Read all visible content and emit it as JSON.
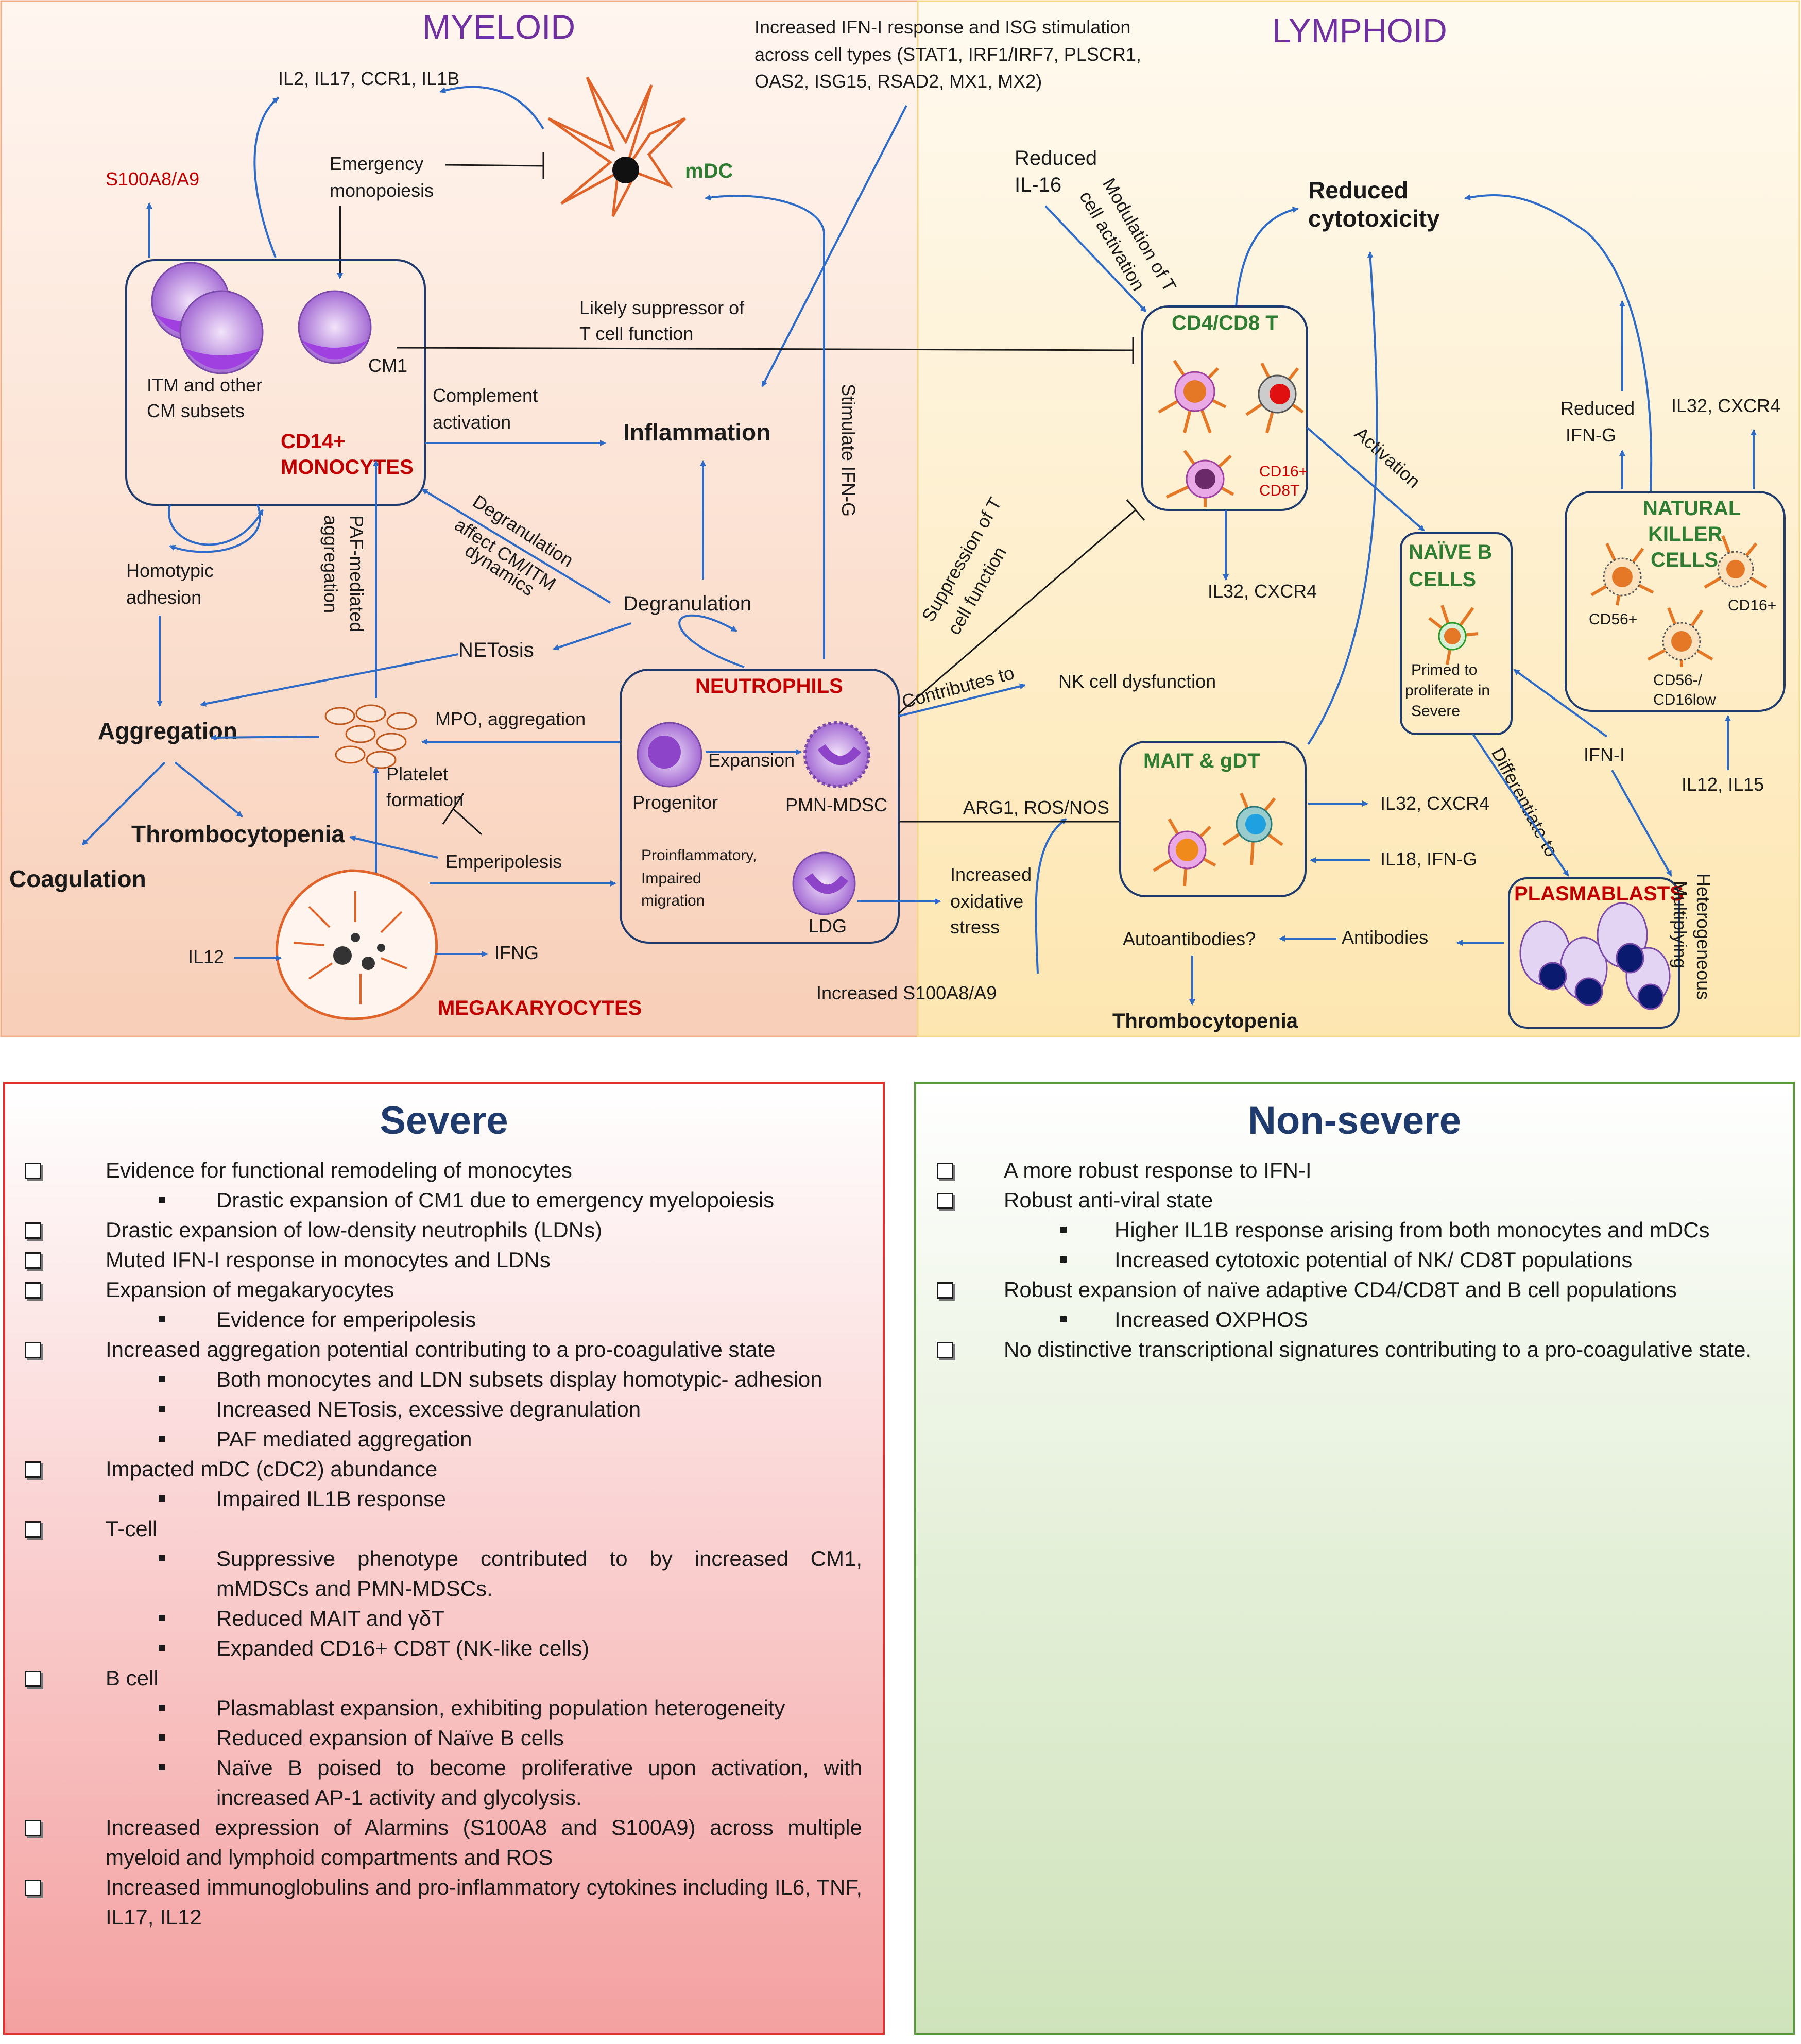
{
  "header": {
    "myeloid": "MYELOID",
    "lymphoid": "LYMPHOID"
  },
  "colors": {
    "myeloid_bg": "#fbe1d4",
    "lymphoid_bg": "#fdf0cf",
    "arrow": "#2e6bc6",
    "cell_title_red": "#c00000",
    "cell_title_green": "#2e7d32",
    "severe_border": "#e03030",
    "nonsevere_border": "#5a9a3a",
    "title_blue": "#1f3b6e"
  },
  "diagram": {
    "ifn_note": [
      "Increased IFN-I response and ISG stimulation",
      "across cell types (STAT1,  IRF1/IRF7, PLSCR1,",
      "OAS2,  ISG15, RSAD2, MX1, MX2)"
    ],
    "il2_etc": "IL2, IL17, CCR1, IL1B",
    "s100": "S100A8/A9",
    "emergency": [
      "Emergency",
      "monopoiesis"
    ],
    "mdc": "mDC",
    "itm": [
      "ITM and other",
      "CM subsets"
    ],
    "cm1": "CM1",
    "monocytes": [
      "CD14+",
      "MONOCYTES"
    ],
    "suppressor": [
      "Likely suppressor of",
      "T cell function"
    ],
    "complement": [
      "Complement",
      "activation"
    ],
    "inflammation": "Inflammation",
    "stimulate_ifng": "Stimulate IFN-G",
    "degran_affect": [
      "Degranulation",
      "affect CM/ITM",
      "dynamics"
    ],
    "paf": [
      "PAF-mediated",
      "aggregation"
    ],
    "homotypic": [
      "Homotypic",
      "adhesion"
    ],
    "degranulation": "Degranulation",
    "netosis": "NETosis",
    "aggregation": "Aggregation",
    "mpo": "MPO, aggregation",
    "platelet": [
      "Platelet",
      "formation"
    ],
    "thrombocytopenia": "Thrombocytopenia",
    "coagulation": "Coagulation",
    "emperipolesis": "Emperipolesis",
    "il12": "IL12",
    "ifng": "IFNG",
    "megakaryocytes": "MEGAKARYOCYTES",
    "neutrophils": "NEUTROPHILS",
    "expansion": "Expansion",
    "progenitor": "Progenitor",
    "pmn_mdsc": "PMN-MDSC",
    "proinflam": [
      "Proinflammatory,",
      "Impaired",
      "migration"
    ],
    "ldg": "LDG",
    "oxidative": [
      "Increased",
      "oxidative",
      "stress"
    ],
    "s100_inc": "Increased S100A8/A9",
    "reduced_il16": [
      "Reduced",
      "IL-16"
    ],
    "modulation": [
      "Modulation of T",
      "cell activation"
    ],
    "reduced_cyto": [
      "Reduced",
      "cytotoxicity"
    ],
    "cd4cd8": "CD4/CD8 T",
    "cd16cd8": [
      "CD16+",
      "CD8T"
    ],
    "activation": "Activation",
    "il32_1": "IL32, CXCR4",
    "suppression": [
      "Suppression of T",
      "cell function"
    ],
    "contributes": "Contributes to",
    "nk_dys": "NK cell dysfunction",
    "arg1": "ARG1, ROS/NOS",
    "mait": "MAIT & gDT",
    "il32_2": "IL32, CXCR4",
    "il18": "IL18, IFN-G",
    "naive_b": [
      "NAÏVE B",
      "CELLS"
    ],
    "primed": [
      "Primed to",
      "proliferate in",
      "Severe"
    ],
    "differentiate": "Differentiate to",
    "ifn_i": "IFN-I",
    "reduced_ifng": [
      "Reduced",
      "IFN-G"
    ],
    "il32_3": "IL32, CXCR4",
    "nk": [
      "NATURAL",
      "KILLER",
      "CELLS"
    ],
    "cd56": "CD56+",
    "cd16": "CD16+",
    "cd56low": [
      "CD56-/",
      "CD16low"
    ],
    "il12_15": "IL12, IL15",
    "plasmablasts": "PLASMABLASTS",
    "heterogeneous": [
      "Heterogeneous",
      "Multiplying"
    ],
    "antibodies": "Antibodies",
    "autoantibodies": "Autoantibodies?",
    "thrombo2": "Thrombocytopenia"
  },
  "severe": {
    "title": "Severe",
    "items": [
      {
        "level": 1,
        "text": "Evidence for functional remodeling of monocytes"
      },
      {
        "level": 2,
        "text": "Drastic expansion of CM1 due to emergency myelopoiesis"
      },
      {
        "level": 1,
        "text": "Drastic expansion of low-density neutrophils (LDNs)"
      },
      {
        "level": 1,
        "text": "Muted IFN-I response in monocytes and LDNs"
      },
      {
        "level": 1,
        "text": "Expansion of megakaryocytes"
      },
      {
        "level": 2,
        "text": "Evidence for emperipolesis"
      },
      {
        "level": 1,
        "text": "Increased aggregation potential contributing to a pro-coagulative state"
      },
      {
        "level": 2,
        "text": "Both monocytes and LDN subsets display homotypic- adhesion"
      },
      {
        "level": 2,
        "text": "Increased NETosis, excessive degranulation"
      },
      {
        "level": 2,
        "text": "PAF mediated aggregation"
      },
      {
        "level": 1,
        "text": "Impacted mDC (cDC2) abundance"
      },
      {
        "level": 2,
        "text": "Impaired IL1B response"
      },
      {
        "level": 1,
        "text": "T-cell"
      },
      {
        "level": 2,
        "text": "Suppressive phenotype contributed to by increased CM1, mMDSCs and PMN-MDSCs."
      },
      {
        "level": 2,
        "text": "Reduced MAIT and γδT"
      },
      {
        "level": 2,
        "text": "Expanded CD16+ CD8T (NK-like cells)"
      },
      {
        "level": 1,
        "text": "B cell"
      },
      {
        "level": 2,
        "text": "Plasmablast expansion, exhibiting population heterogeneity"
      },
      {
        "level": 2,
        "text": "Reduced expansion of Naïve B cells"
      },
      {
        "level": 2,
        "text": "Naïve B poised to become proliferative upon activation, with increased AP-1 activity and glycolysis."
      },
      {
        "level": 1,
        "text": "Increased expression of Alarmins (S100A8 and S100A9) across multiple myeloid and lymphoid compartments and ROS"
      },
      {
        "level": 1,
        "text": "Increased immunoglobulins and pro-inflammatory cytokines including IL6, TNF, IL17, IL12"
      }
    ]
  },
  "nonsevere": {
    "title": "Non-severe",
    "items": [
      {
        "level": 1,
        "text": "A more robust response to IFN-I"
      },
      {
        "level": 1,
        "text": "Robust anti-viral state"
      },
      {
        "level": 2,
        "text": "Higher IL1B response arising from both monocytes and mDCs"
      },
      {
        "level": 2,
        "text": "Increased cytotoxic potential of NK/ CD8T populations"
      },
      {
        "level": 1,
        "text": "Robust expansion of naïve adaptive CD4/CD8T and B cell populations"
      },
      {
        "level": 2,
        "text": "Increased OXPHOS"
      },
      {
        "level": 1,
        "text": "No distinctive transcriptional signatures contributing to a pro-coagulative state."
      }
    ]
  }
}
